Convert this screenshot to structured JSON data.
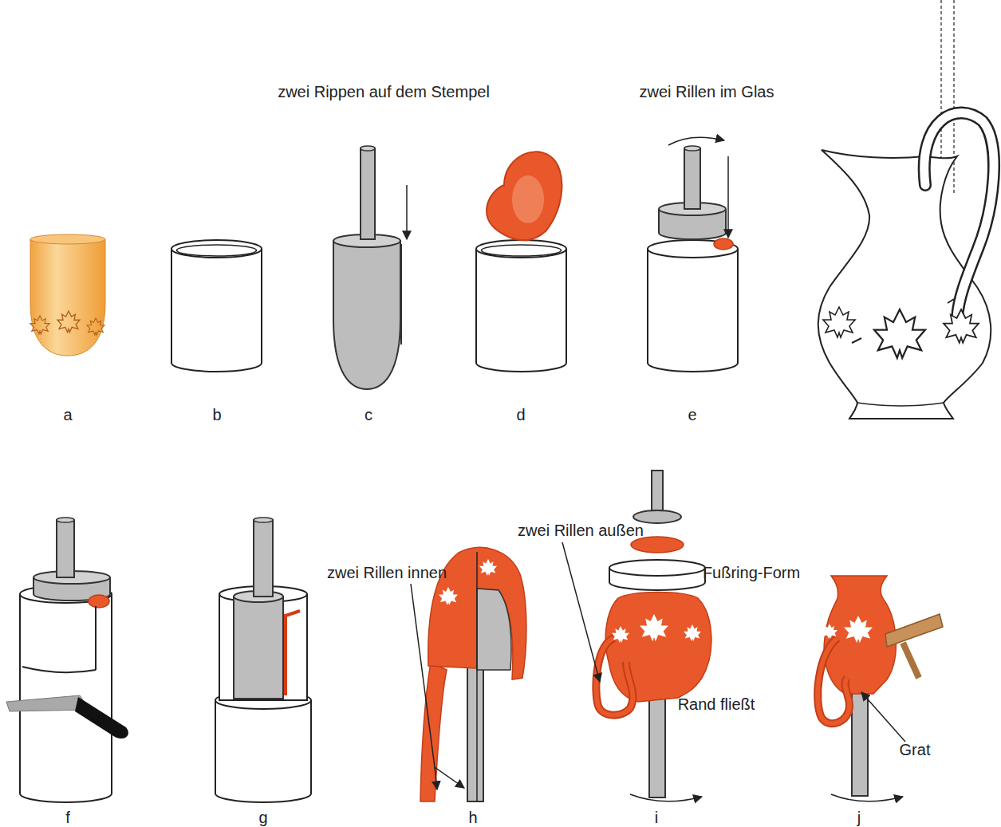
{
  "diagram": {
    "labels": [
      "zwei Rippen auf dem Stempel",
      "zwei Rillen im Glas",
      "a",
      "b",
      "c",
      "d",
      "e",
      "zwei Rillen außen",
      "Fußring-Form",
      "zwei Rillen innen",
      "Rand fließt",
      "Grat",
      "f",
      "g",
      "h",
      "i",
      "j"
    ]
  }
}
